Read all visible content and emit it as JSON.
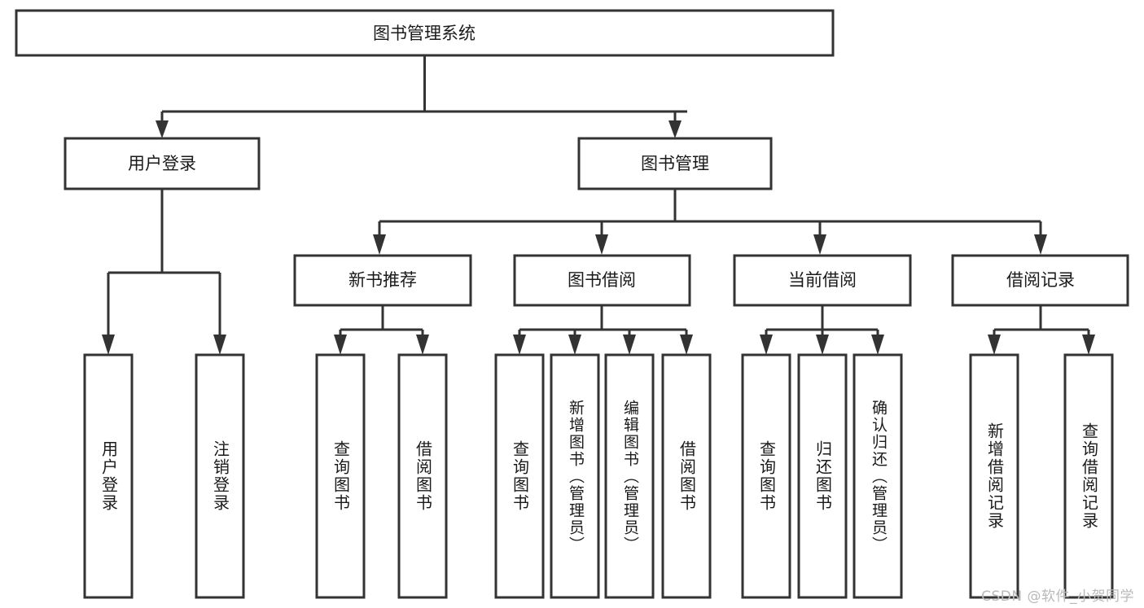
{
  "diagram": {
    "title": "图书管理系统",
    "type": "hierarchy-tree",
    "orientation": "top-down",
    "box_fill": "#ffffff",
    "box_stroke": "#333333",
    "text_color": "#1a1a1a",
    "levels": [
      {
        "level": 1,
        "nodes": [
          {
            "id": "root",
            "label": "图书管理系统",
            "orientation": "horizontal"
          }
        ]
      },
      {
        "level": 2,
        "nodes": [
          {
            "id": "user-login",
            "label": "用户登录",
            "orientation": "horizontal",
            "parent": "root"
          },
          {
            "id": "book-mgmt",
            "label": "图书管理",
            "orientation": "horizontal",
            "parent": "root"
          }
        ]
      },
      {
        "level": 3,
        "nodes": [
          {
            "id": "new-book-rec",
            "label": "新书推荐",
            "orientation": "horizontal",
            "parent": "book-mgmt"
          },
          {
            "id": "book-borrow",
            "label": "图书借阅",
            "orientation": "horizontal",
            "parent": "book-mgmt"
          },
          {
            "id": "current-borrow",
            "label": "当前借阅",
            "orientation": "horizontal",
            "parent": "book-mgmt"
          },
          {
            "id": "borrow-record",
            "label": "借阅记录",
            "orientation": "horizontal",
            "parent": "book-mgmt"
          }
        ]
      },
      {
        "level": 4,
        "nodes": [
          {
            "id": "leaf-user-login",
            "label": "用户登录",
            "orientation": "vertical",
            "parent": "user-login"
          },
          {
            "id": "leaf-logout",
            "label": "注销登录",
            "orientation": "vertical",
            "parent": "user-login"
          },
          {
            "id": "leaf-query-book-1",
            "label": "查询图书",
            "orientation": "vertical",
            "parent": "new-book-rec"
          },
          {
            "id": "leaf-borrow-book-1",
            "label": "借阅图书",
            "orientation": "vertical",
            "parent": "new-book-rec"
          },
          {
            "id": "leaf-query-book-2",
            "label": "查询图书",
            "orientation": "vertical",
            "parent": "book-borrow"
          },
          {
            "id": "leaf-add-book",
            "label": "新增图书（管理员）",
            "orientation": "vertical",
            "parent": "book-borrow"
          },
          {
            "id": "leaf-edit-book",
            "label": "编辑图书（管理员）",
            "orientation": "vertical",
            "parent": "book-borrow"
          },
          {
            "id": "leaf-borrow-book-2",
            "label": "借阅图书",
            "orientation": "vertical",
            "parent": "book-borrow"
          },
          {
            "id": "leaf-query-book-3",
            "label": "查询图书",
            "orientation": "vertical",
            "parent": "current-borrow"
          },
          {
            "id": "leaf-return-book",
            "label": "归还图书",
            "orientation": "vertical",
            "parent": "current-borrow"
          },
          {
            "id": "leaf-confirm-return",
            "label": "确认归还（管理员）",
            "orientation": "vertical",
            "parent": "current-borrow"
          },
          {
            "id": "leaf-add-record",
            "label": "新增借阅记录",
            "orientation": "vertical",
            "parent": "borrow-record"
          },
          {
            "id": "leaf-query-record",
            "label": "查询借阅记录",
            "orientation": "vertical",
            "parent": "borrow-record"
          }
        ]
      }
    ]
  },
  "watermark": {
    "text": "CSDN @软件_小贺同学"
  }
}
